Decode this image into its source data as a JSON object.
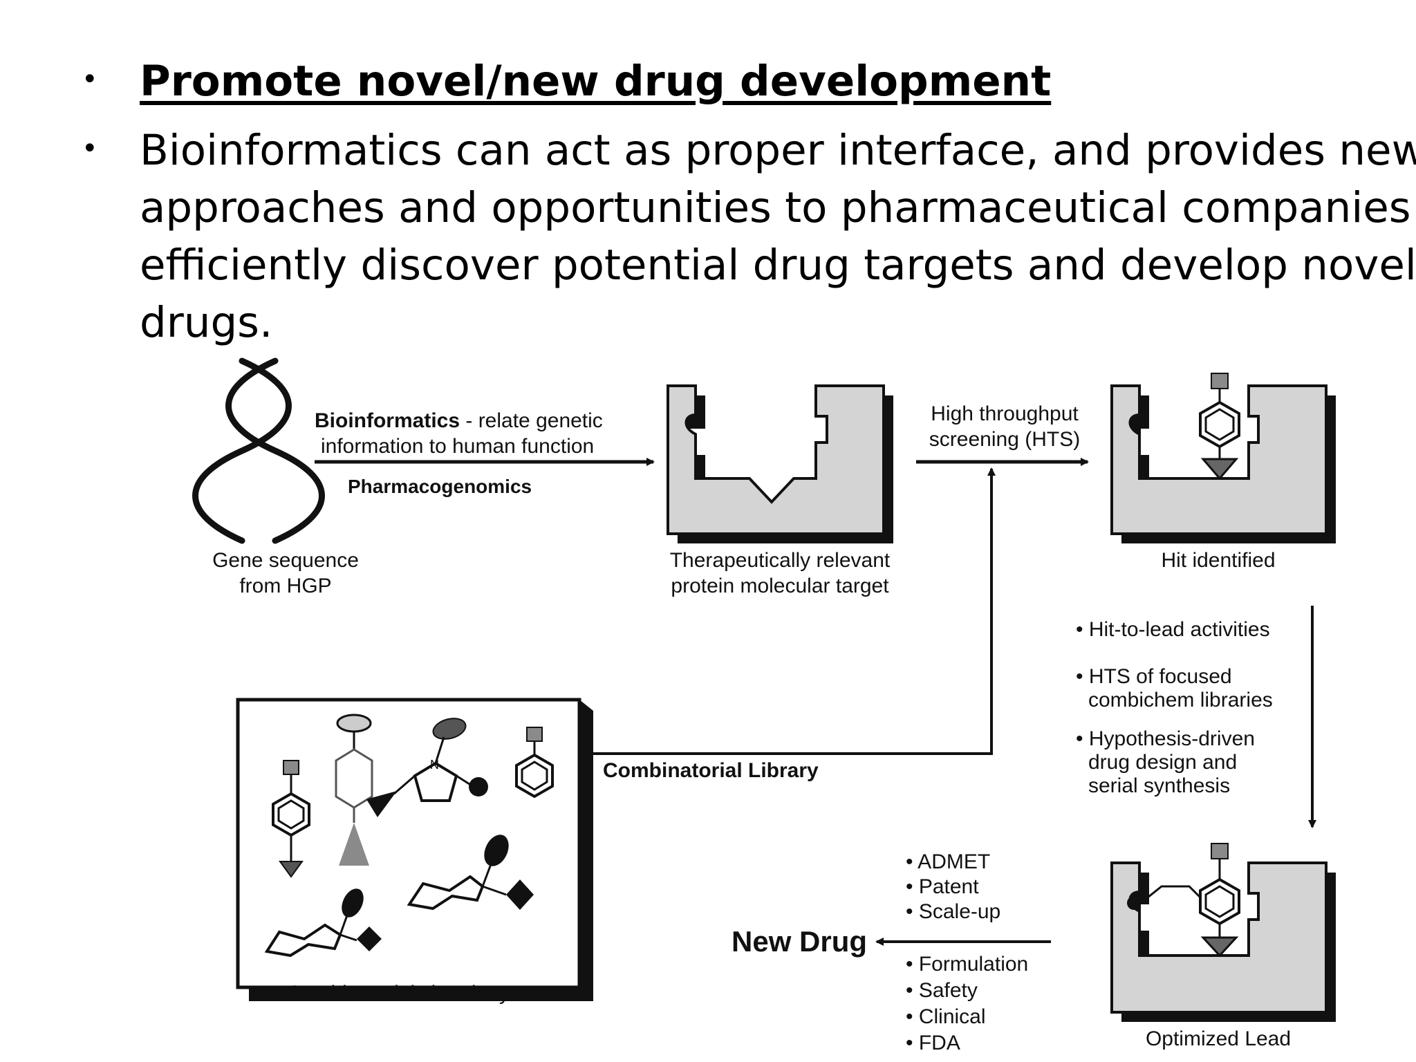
{
  "slide": {
    "bullets": [
      {
        "text": "Promote novel/new drug development"
      },
      {
        "lines": [
          "Bioinformatics can act as proper interface, and provides new",
          "approaches and opportunities to pharmaceutical companies to",
          "efficiently discover potential drug targets and develop novel",
          "drugs."
        ]
      }
    ],
    "bullet_glyph": "•"
  },
  "diagram": {
    "arrow1": {
      "bold": "Bioinformatics",
      "rest": " - relate genetic",
      "line2": "information to human function",
      "sub": "Pharmacogenomics"
    },
    "hts": {
      "line1": "High throughput",
      "line2": "screening (HTS)"
    },
    "gene": {
      "line1": "Gene sequence",
      "line2": "from HGP"
    },
    "target": {
      "line1": "Therapeutically relevant",
      "line2": "protein molecular target"
    },
    "hit": {
      "label": "Hit identified"
    },
    "activities": [
      {
        "lines": [
          "• Hit-to-lead activities"
        ]
      },
      {
        "lines": [
          "• HTS of focused",
          "combichem libraries"
        ]
      },
      {
        "lines": [
          "• Hypothesis-driven",
          "drug design and",
          "serial synthesis"
        ]
      }
    ],
    "combi_library": "Combinatorial Library",
    "combi_chem": "Combinatorial chemistry",
    "new_drug": "New Drug",
    "top_items": [
      "• ADMET",
      "• Patent",
      "• Scale-up"
    ],
    "bottom_items": [
      "• Formulation",
      "• Safety",
      "• Clinical",
      "• FDA"
    ],
    "optimized_lead": "Optimized Lead",
    "colors": {
      "box_fill": "#d4d4d4",
      "shadow": "#111111",
      "stroke": "#111111",
      "gray_shape": "#8a8a8a"
    }
  }
}
